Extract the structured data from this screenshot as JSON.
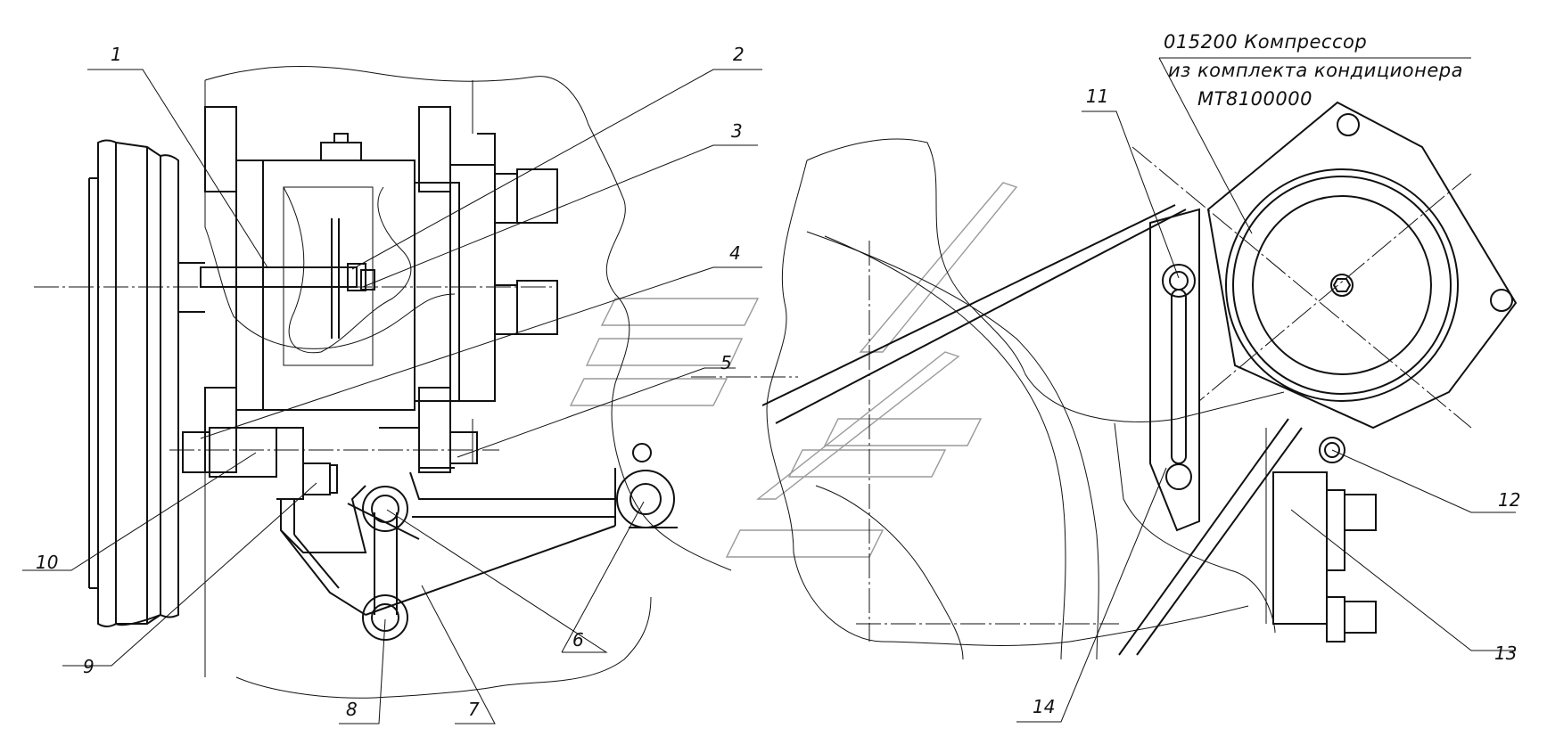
{
  "title": {
    "line1": "015200 Компрессор",
    "line2": "из комплекта кондиционера",
    "line3": "МТ8100000"
  },
  "callouts": [
    "1",
    "2",
    "3",
    "4",
    "5",
    "6",
    "7",
    "8",
    "9",
    "10",
    "11",
    "12",
    "13",
    "14"
  ],
  "colors": {
    "line": "#111111",
    "background": "#ffffff",
    "watermark": "#9a9a9a"
  }
}
